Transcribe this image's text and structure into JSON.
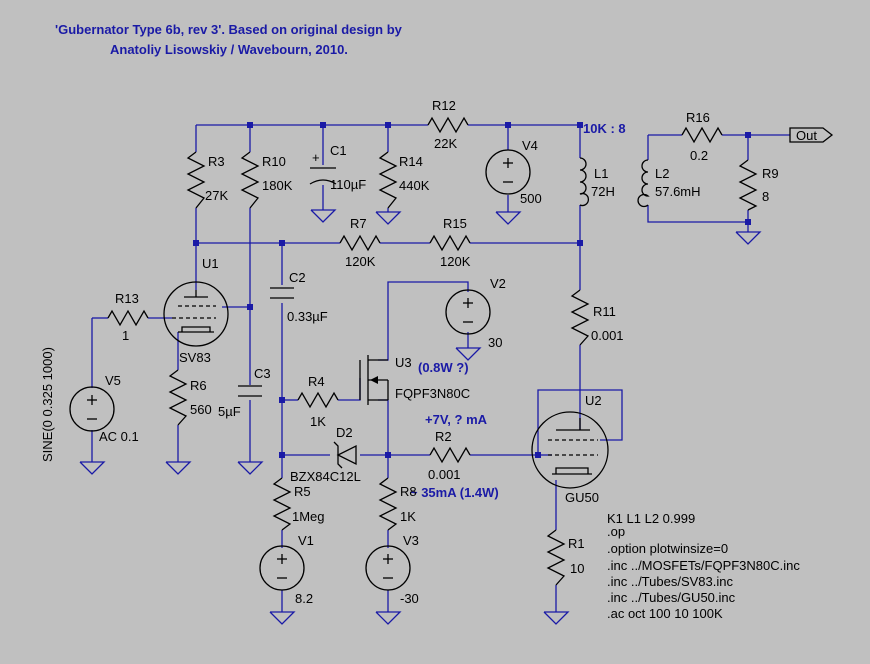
{
  "title_line1": "'Gubernator Type 6b, rev 3'. Based on original design by",
  "title_line2": "Anatoliy Lisowskiy / Wavebourn, 2010.",
  "components": {
    "R12": {
      "name": "R12",
      "value": "22K"
    },
    "R3": {
      "name": "R3",
      "value": "27K"
    },
    "R10": {
      "name": "R10",
      "value": "180K"
    },
    "C1": {
      "name": "C1",
      "value": "110µF"
    },
    "R14": {
      "name": "R14",
      "value": "440K"
    },
    "V4": {
      "name": "V4",
      "value": "500"
    },
    "L1": {
      "name": "L1",
      "value": "72H"
    },
    "L2": {
      "name": "L2",
      "value": "57.6mH"
    },
    "R16": {
      "name": "R16",
      "value": "0.2"
    },
    "R9": {
      "name": "R9",
      "value": "8"
    },
    "R7": {
      "name": "R7",
      "value": "120K"
    },
    "R15": {
      "name": "R15",
      "value": "120K"
    },
    "U1": {
      "name": "U1",
      "value": "SV83"
    },
    "C2": {
      "name": "C2",
      "value": "0.33µF"
    },
    "V2": {
      "name": "V2",
      "value": "30"
    },
    "R13": {
      "name": "R13",
      "value": "1"
    },
    "R11": {
      "name": "R11",
      "value": "0.001"
    },
    "U3": {
      "name": "U3",
      "value": "FQPF3N80C"
    },
    "V5": {
      "name": "V5",
      "value": "AC 0.1"
    },
    "R6": {
      "name": "R6",
      "value": "560"
    },
    "C3": {
      "name": "C3",
      "value": "5µF"
    },
    "R4": {
      "name": "R4",
      "value": "1K"
    },
    "U2": {
      "name": "U2",
      "value": "GU50"
    },
    "D2": {
      "name": "D2",
      "value": "BZX84C12L"
    },
    "R2": {
      "name": "R2",
      "value": "0.001"
    },
    "R5": {
      "name": "R5",
      "value": "1Meg"
    },
    "R8": {
      "name": "R8",
      "value": "1K"
    },
    "V1": {
      "name": "V1",
      "value": "8.2"
    },
    "V3": {
      "name": "V3",
      "value": "-30"
    },
    "R1": {
      "name": "R1",
      "value": "10"
    }
  },
  "ratio_note": "10K : 8",
  "out_label": "Out",
  "mos_note": "(0.8W ?)",
  "bias_note": "+7V, ? mA",
  "current_note": "~ 35mA (1.4W)",
  "source_spec": "SINE(0 0.325 1000)",
  "directives": [
    "K1 L1 L2 0.999",
    ".op",
    ".option plotwinsize=0",
    ".inc ../MOSFETs/FQPF3N80C.inc",
    ".inc ../Tubes/SV83.inc",
    ".inc ../Tubes/GU50.inc",
    ".ac oct 100 10 100K"
  ]
}
